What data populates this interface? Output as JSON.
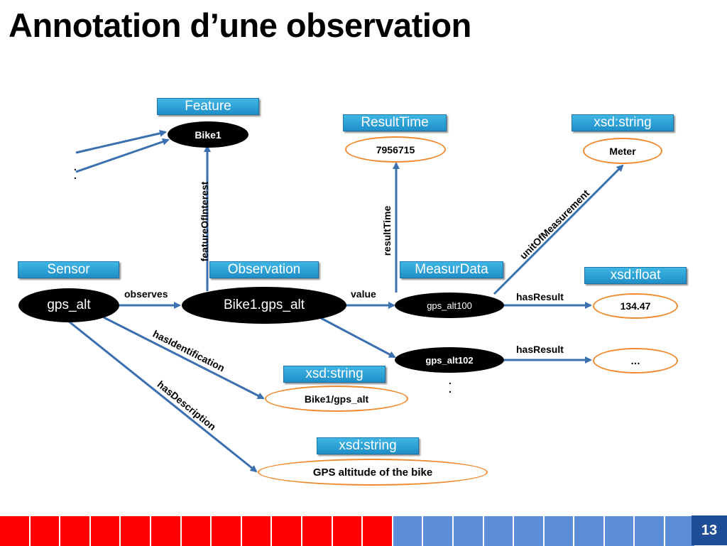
{
  "title": "Annotation d’une observation",
  "colors": {
    "tag": "#2aa3d8",
    "edge": "#3a6fb0",
    "literal_border": "#f08a2e",
    "footer_red": "#ff0000",
    "footer_blue": "#5b8ed6",
    "page_box": "#1f4e96"
  },
  "types": {
    "feature": "Feature",
    "result_time": "ResultTime",
    "unit_type": "xsd:string",
    "sensor": "Sensor",
    "observation": "Observation",
    "measur_data": "MeasurData",
    "float_type": "xsd:float",
    "id_type": "xsd:string",
    "desc_type": "xsd:string"
  },
  "nodes": {
    "bike1": "Bike1",
    "time_value": "7956715",
    "unit_value": "Meter",
    "sensor": "gps_alt",
    "observation": "Bike1.gps_alt",
    "data1": "gps_alt100",
    "data2": "gps_alt102",
    "result1": "134.47",
    "result2": "…",
    "identification": "Bike1/gps_alt",
    "description": "GPS altitude of the bike"
  },
  "edges": {
    "feature_of_interest": "featureOfInterest",
    "result_time": "resultTime",
    "unit_of_measurement": "unitOfMeasurement",
    "observes": "observes",
    "value": "value",
    "has_result_1": "hasResult",
    "has_result_2": "hasResult",
    "has_identification": "hasIdentification",
    "has_description": "hasDescription"
  },
  "ellipsis_dots": ".\n.",
  "page_number": "13"
}
